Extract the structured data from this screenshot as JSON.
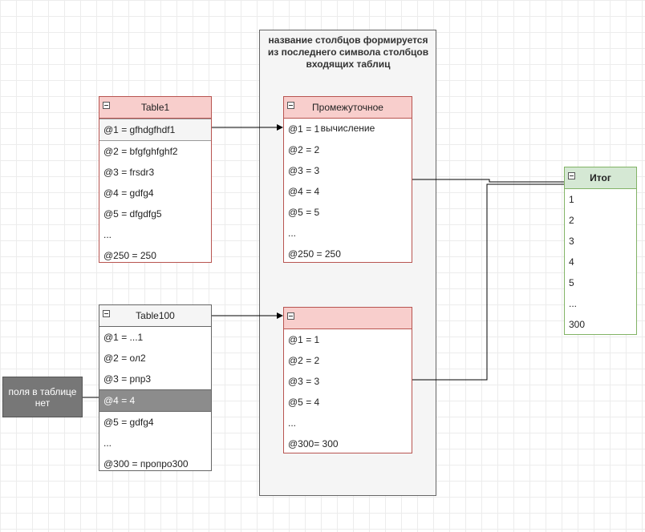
{
  "container": {
    "title": "название столбцов  формируется из последнего символа столбцов входящих таблиц"
  },
  "table1": {
    "title": "Table1",
    "rows": [
      "@1 = gfhdgfhdf1",
      "@2 = bfgfghfghf2",
      "@3 = frsdr3",
      "@4 = gdfg4",
      "@5 = dfgdfg5",
      "...",
      "@250 = 250"
    ]
  },
  "table100": {
    "title": "Table100",
    "rows": [
      "@1 = ...1",
      "@2 = ол2",
      "@3 = рпр3",
      "@4 = 4",
      "@5 = gdfg4",
      "...",
      "@300 = пропро300"
    ]
  },
  "intermediate1": {
    "title": "Промежуточное вычисление",
    "rows": [
      "@1 = 1",
      "@2 = 2",
      "@3 = 3",
      "@4 = 4",
      "@5 = 5",
      "...",
      "@250 = 250"
    ]
  },
  "intermediate2": {
    "title": "",
    "rows": [
      "@1 = 1",
      "@2 = 2",
      "@3 = 3",
      "@5 = 4",
      "...",
      "@300= 300"
    ]
  },
  "result": {
    "title": "Итог",
    "rows": [
      "1",
      "2",
      "3",
      "4",
      "5",
      "...",
      "300"
    ]
  },
  "note": {
    "text": "поля в таблице нет"
  },
  "colors": {
    "red_fill": "#f8cecc",
    "red_stroke": "#b85450",
    "green_fill": "#d5e8d4",
    "green_stroke": "#82b366",
    "gray_fill": "#f5f5f5",
    "note_fill": "#777777"
  }
}
